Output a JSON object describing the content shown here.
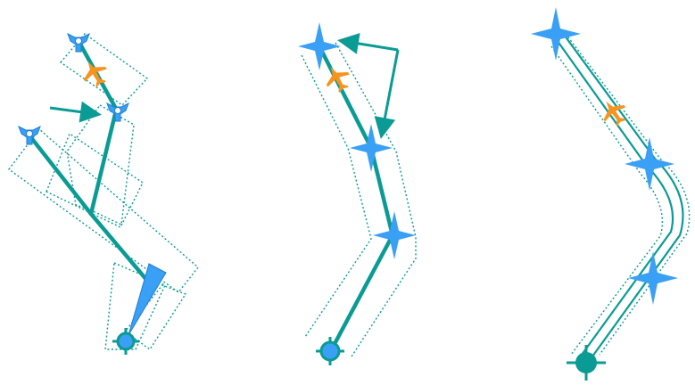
{
  "colors": {
    "route": "#0a9b94",
    "waypoint": "#3aa0f5",
    "aircraft": "#f7931e",
    "fix": "#0a9b94"
  },
  "panels": [
    {
      "id": "panel-left",
      "waypoint_icon": "fly-by-waypoint-icon",
      "endpoint_icon": "fix-target-icon"
    },
    {
      "id": "panel-middle",
      "waypoint_icon": "four-point-star-waypoint-icon",
      "endpoint_icon": "fix-target-icon"
    },
    {
      "id": "panel-right",
      "waypoint_icon": "four-point-star-waypoint-icon",
      "endpoint_icon": "fix-filled-icon"
    }
  ]
}
